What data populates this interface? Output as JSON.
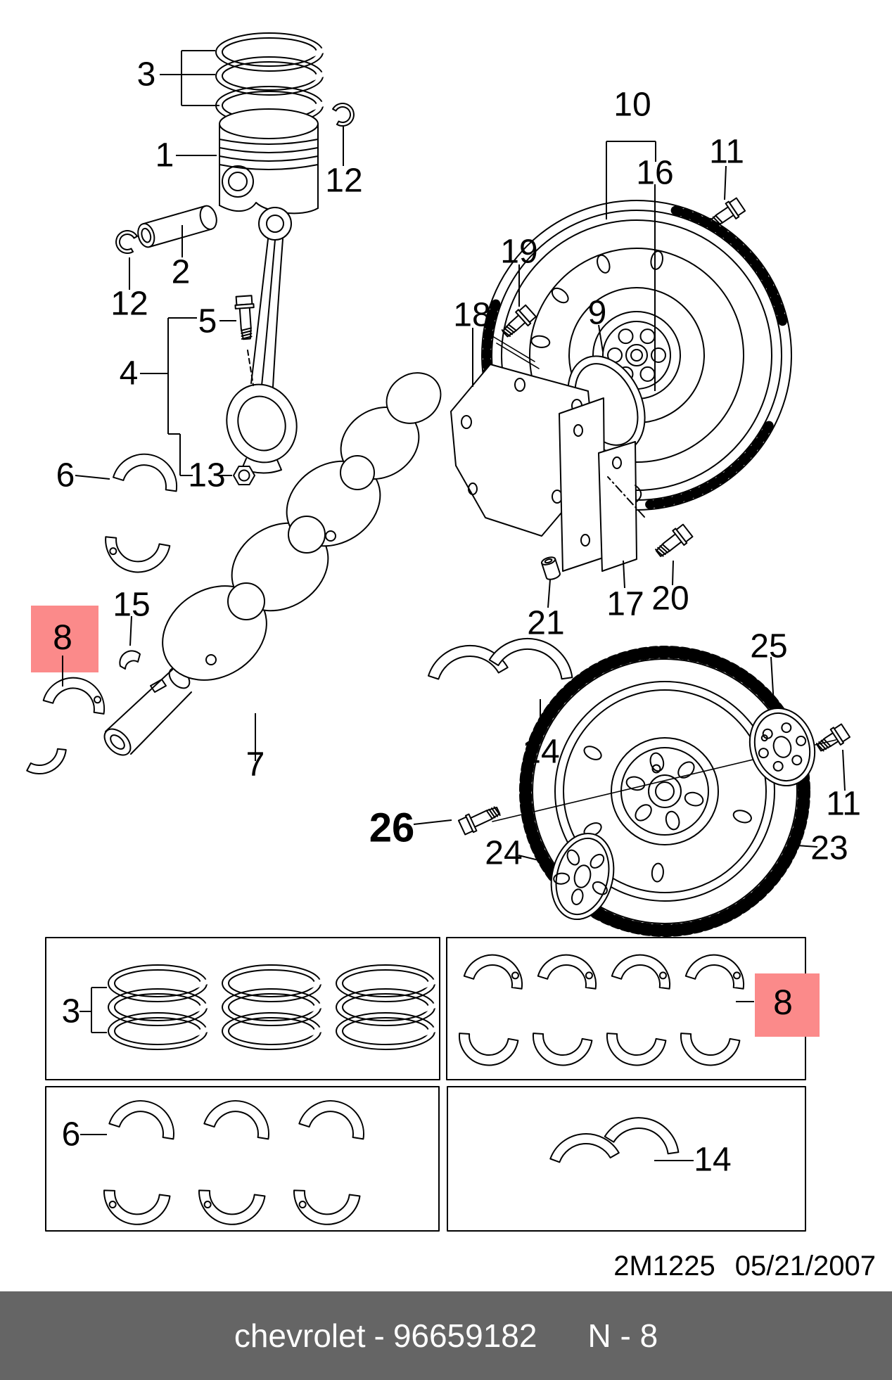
{
  "diagram": {
    "stamp_code": "2M1225",
    "stamp_date": "05/21/2007",
    "highlight": {
      "color": "#fb8a8a",
      "text_color": "#7a1414",
      "part": "8"
    }
  },
  "footer": {
    "brand": "chevrolet",
    "dash": "-",
    "part_number": "96659182",
    "page_ref": "N - 8",
    "bg_color": "#656565"
  },
  "callouts": [
    {
      "id": "piston-rings",
      "label": "3"
    },
    {
      "id": "piston",
      "label": "1"
    },
    {
      "id": "snap-ring-right",
      "label": "12"
    },
    {
      "id": "piston-pin",
      "label": "2"
    },
    {
      "id": "snap-ring-left",
      "label": "12"
    },
    {
      "id": "rod-bolt",
      "label": "5"
    },
    {
      "id": "connecting-rod",
      "label": "4"
    },
    {
      "id": "rod-nut",
      "label": "13"
    },
    {
      "id": "rod-bearing",
      "label": "6"
    },
    {
      "id": "crank-key",
      "label": "15"
    },
    {
      "id": "main-bearing-highlighted",
      "label": "8"
    },
    {
      "id": "crankshaft",
      "label": "7"
    },
    {
      "id": "seal-retainer",
      "label": "18"
    },
    {
      "id": "retainer-bolt",
      "label": "19"
    },
    {
      "id": "rear-seal",
      "label": "9"
    },
    {
      "id": "flywheel-assembly",
      "label": "10"
    },
    {
      "id": "flywheel",
      "label": "16"
    },
    {
      "id": "flywheel-bolt-top",
      "label": "11"
    },
    {
      "id": "dowel-pin",
      "label": "21"
    },
    {
      "id": "backing-plate",
      "label": "17"
    },
    {
      "id": "plate-bolt",
      "label": "20"
    },
    {
      "id": "thrust-washer",
      "label": "14"
    },
    {
      "id": "flywheel-bolt-center",
      "label": "26"
    },
    {
      "id": "adapter-plate",
      "label": "24"
    },
    {
      "id": "ring-gear-flywheel",
      "label": "23"
    },
    {
      "id": "washer-plate",
      "label": "25"
    },
    {
      "id": "flywheel-bolt-bottom",
      "label": "11"
    },
    {
      "id": "box-piston-rings",
      "label": "3"
    },
    {
      "id": "box-main-bearings-highlighted",
      "label": "8"
    },
    {
      "id": "box-rod-bearings",
      "label": "6"
    },
    {
      "id": "box-thrust-washers",
      "label": "14"
    }
  ]
}
